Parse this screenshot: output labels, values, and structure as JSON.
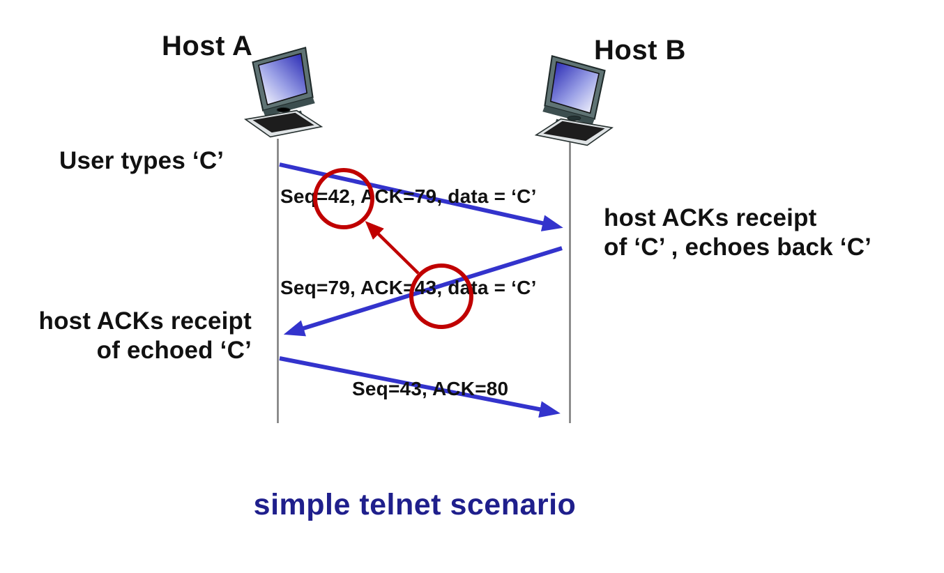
{
  "title": "simple telnet scenario",
  "hosts": {
    "a": "Host A",
    "b": "Host B"
  },
  "labels": {
    "user_types": "User types ‘C’",
    "host_b_ack": {
      "line1": "host ACKs receipt",
      "line2": "of ‘C’ , echoes back  ‘C’"
    },
    "host_a_ack": {
      "line1": "host ACKs receipt",
      "line2": "of echoed  ‘C’"
    }
  },
  "messages": [
    {
      "from": "Host A",
      "to": "Host B",
      "label": "Seq=42, ACK=79, data = ‘C’",
      "circled_value": "42"
    },
    {
      "from": "Host B",
      "to": "Host A",
      "label": "Seq=79, ACK=43, data = ‘C’",
      "circled_value": "43"
    },
    {
      "from": "Host A",
      "to": "Host B",
      "label": "Seq=43, ACK=80",
      "circled_value": null
    }
  ],
  "highlights": {
    "circled_values": [
      "42",
      "43"
    ],
    "connector": "red arrow from circled 43 up to circled 42"
  },
  "icons": {
    "host_a": "desktop-computer-icon",
    "host_b": "desktop-computer-icon"
  },
  "colors": {
    "arrow_blue": "#3333cc",
    "highlight_red": "#c00000",
    "title_navy": "#1f1f8c",
    "timeline_gray": "#7a7a7a",
    "screen_blue": "#2121b0"
  }
}
